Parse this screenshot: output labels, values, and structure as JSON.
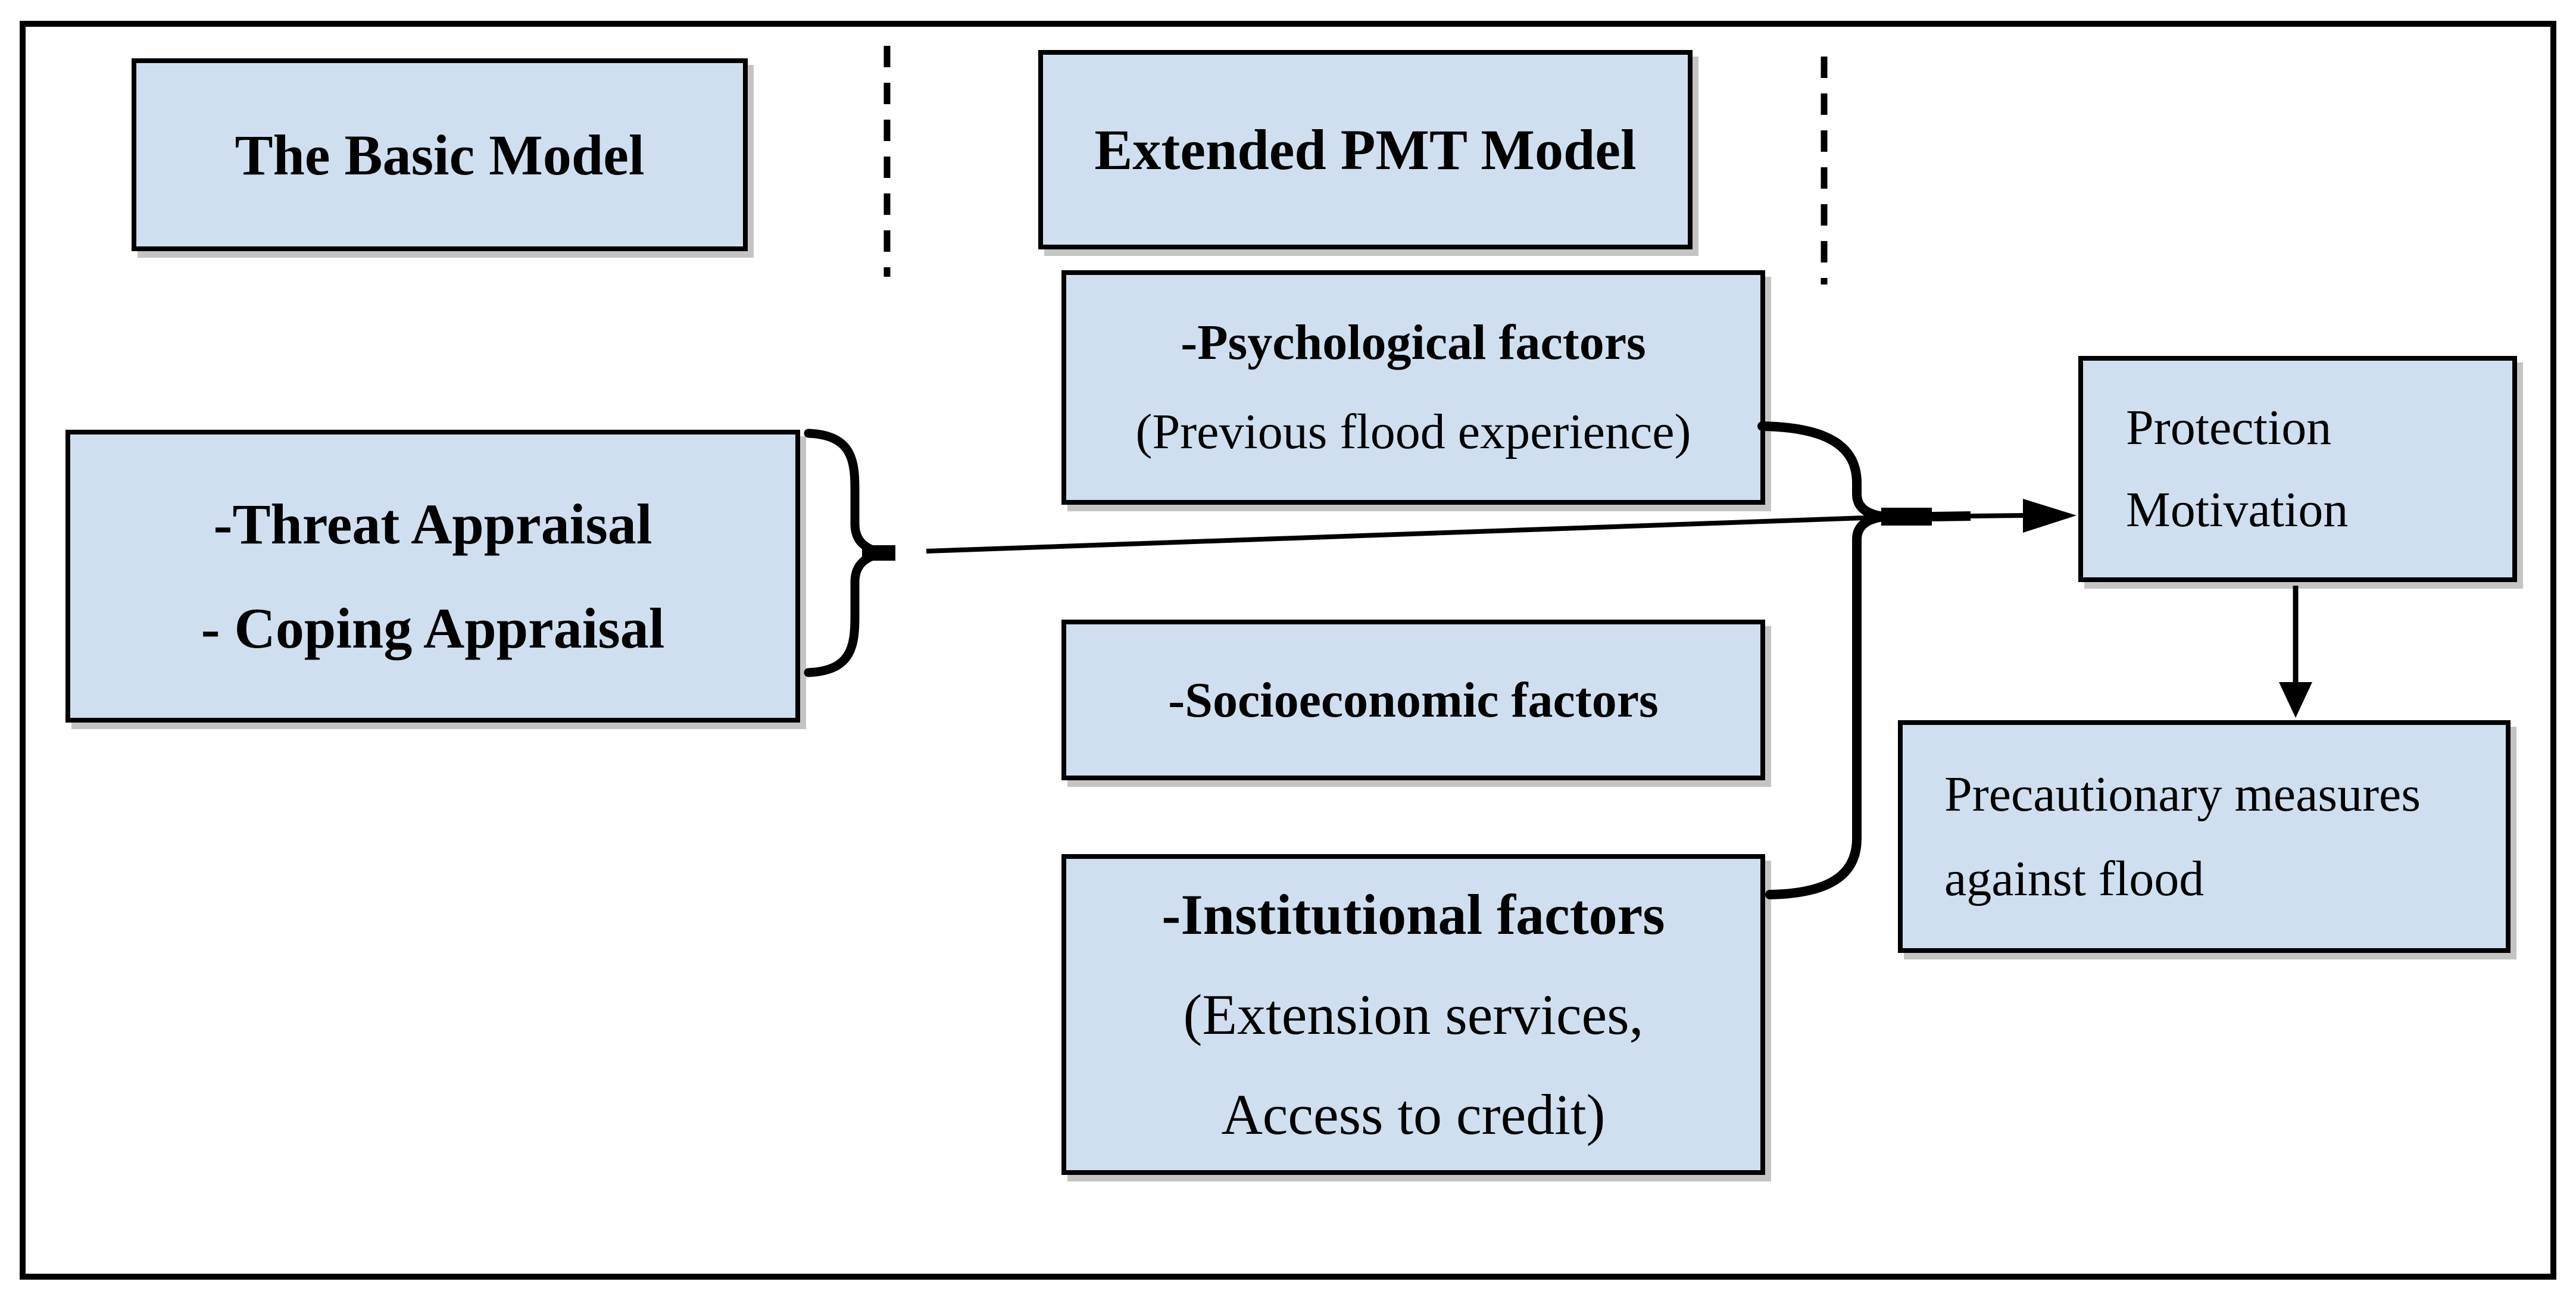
{
  "diagram": {
    "title_left": "The Basic Model",
    "title_right": "Extended PMT Model",
    "appraisal_box": {
      "line1": "-Threat Appraisal",
      "line2": "- Coping Appraisal"
    },
    "psychological_box": {
      "line1": "-Psychological factors",
      "line2": "(Previous flood experience)"
    },
    "socioeconomic_box": {
      "line1": "-Socioeconomic factors"
    },
    "institutional_box": {
      "line1": "-Institutional factors",
      "line2": "(Extension services,",
      "line3": "Access to credit)"
    },
    "protection_box": {
      "line1": "Protection",
      "line2": "Motivation"
    },
    "precautionary_box": {
      "line1": "Precautionary measures",
      "line2": "against flood"
    },
    "colors": {
      "box_fill": "#cfdfef",
      "box_border": "#000000",
      "connector": "#000000",
      "background": "#ffffff"
    }
  }
}
